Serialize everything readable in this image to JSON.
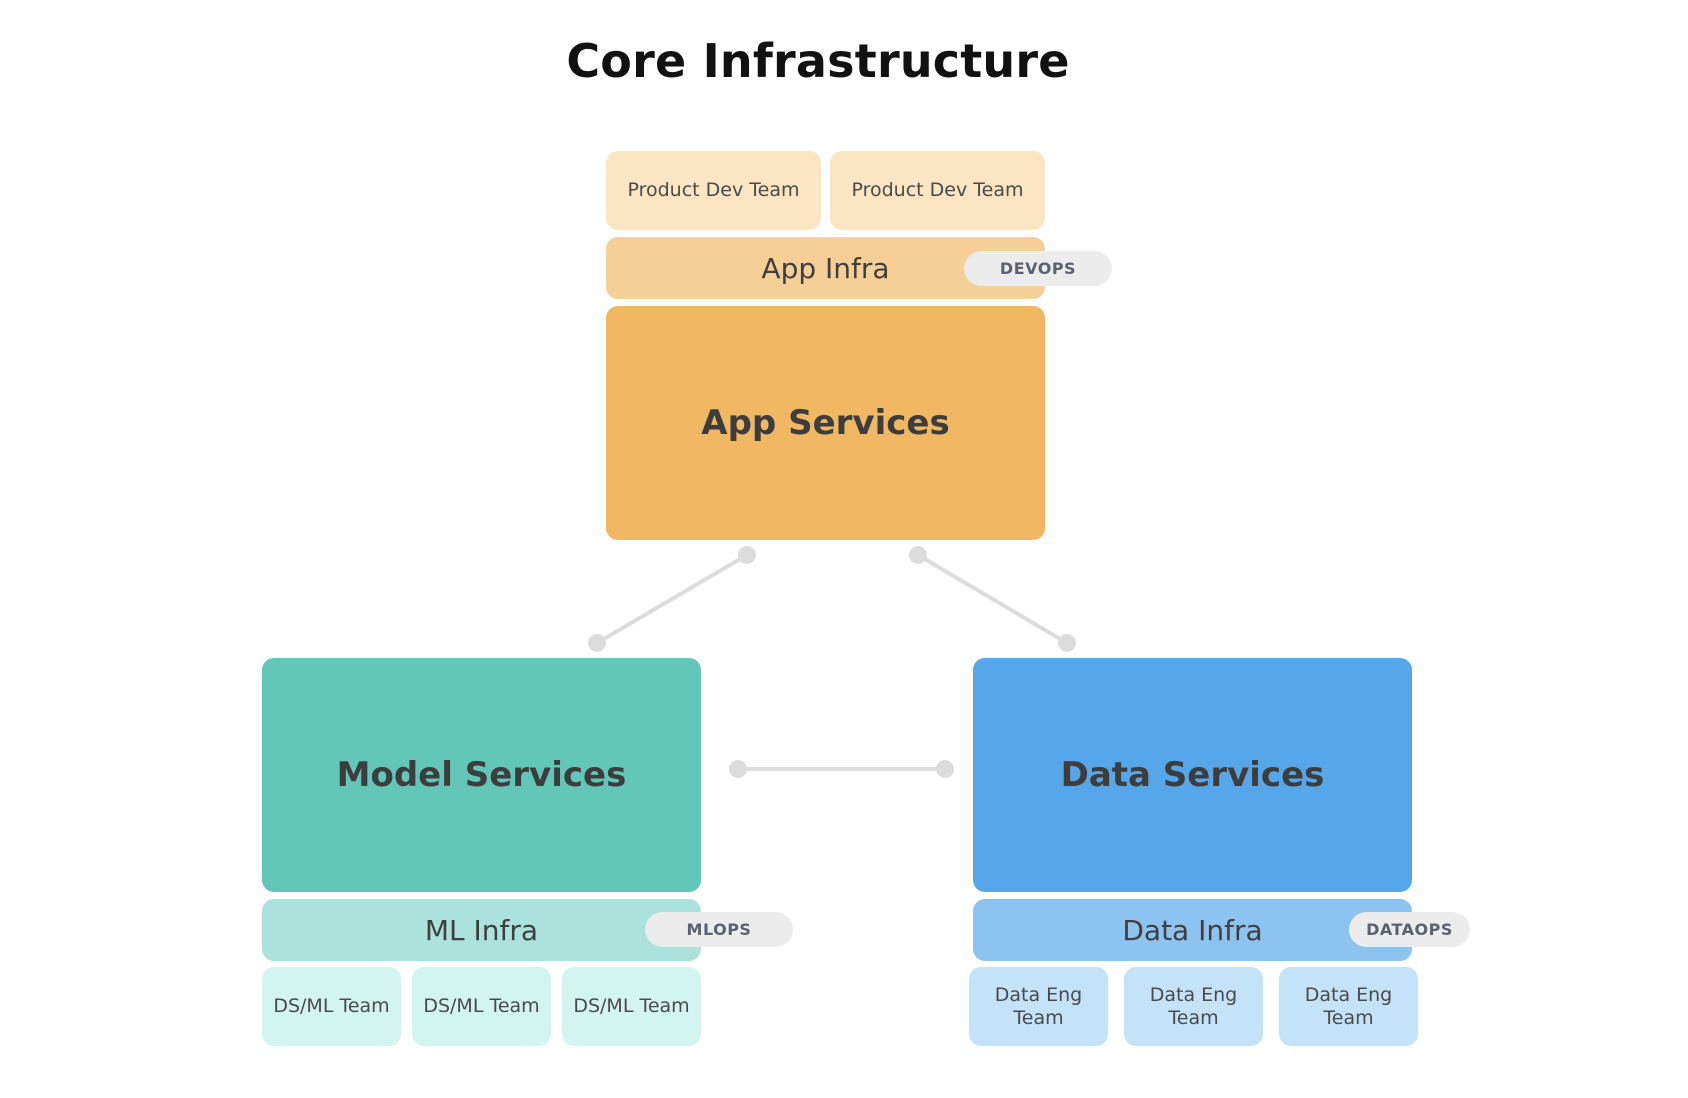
{
  "title": "Core Infrastructure",
  "app": {
    "teams": [
      "Product Dev Team",
      "Product Dev Team"
    ],
    "infra": "App Infra",
    "badge": "DEVOPS",
    "service": "App Services"
  },
  "model": {
    "service": "Model Services",
    "infra": "ML Infra",
    "badge": "MLOPS",
    "teams": [
      "DS/ML Team",
      "DS/ML Team",
      "DS/ML Team"
    ]
  },
  "data": {
    "service": "Data Services",
    "infra": "Data Infra",
    "badge": "DATAOPS",
    "teams": [
      "Data Eng Team",
      "Data Eng Team",
      "Data Eng Team"
    ]
  },
  "colors": {
    "app_team": "#fbe5c3",
    "app_infra": "#f5cf96",
    "app_service": "#f2b763",
    "ml_team": "#d3f5f0",
    "ml_infra": "#abe3dc",
    "ml_service": "#62c6b8",
    "data_team": "#c4e2f8",
    "data_infra": "#8cc3f0",
    "data_service": "#55a7e9",
    "badge_bg": "#ececec",
    "connector": "#dcdcdc"
  }
}
